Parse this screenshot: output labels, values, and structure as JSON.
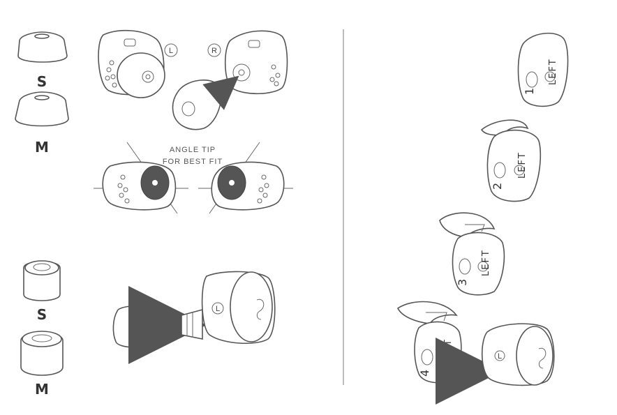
{
  "silicone_tips": {
    "size_small": "S",
    "size_medium": "M"
  },
  "side_markers": {
    "left": "L",
    "right": "R"
  },
  "angle_callout": {
    "line1": "ANGLE TIP",
    "line2": "FOR BEST FIT"
  },
  "foam_tips": {
    "size_small": "S",
    "size_medium": "M"
  },
  "fin_steps": [
    {
      "number": "1",
      "side_text": "LEFT"
    },
    {
      "number": "2",
      "side_text": "LEFT"
    },
    {
      "number": "3",
      "side_text": "LEFT"
    },
    {
      "number": "4",
      "side_text": "LEFT"
    }
  ],
  "colors": {
    "line": "#555555",
    "fill_dark": "#555555",
    "arrow": "#555555",
    "background": "#ffffff"
  },
  "icons": [
    "silicone-tip-icon",
    "foam-tip-icon",
    "earbud-icon",
    "sport-fin-icon",
    "arrow-icon"
  ]
}
